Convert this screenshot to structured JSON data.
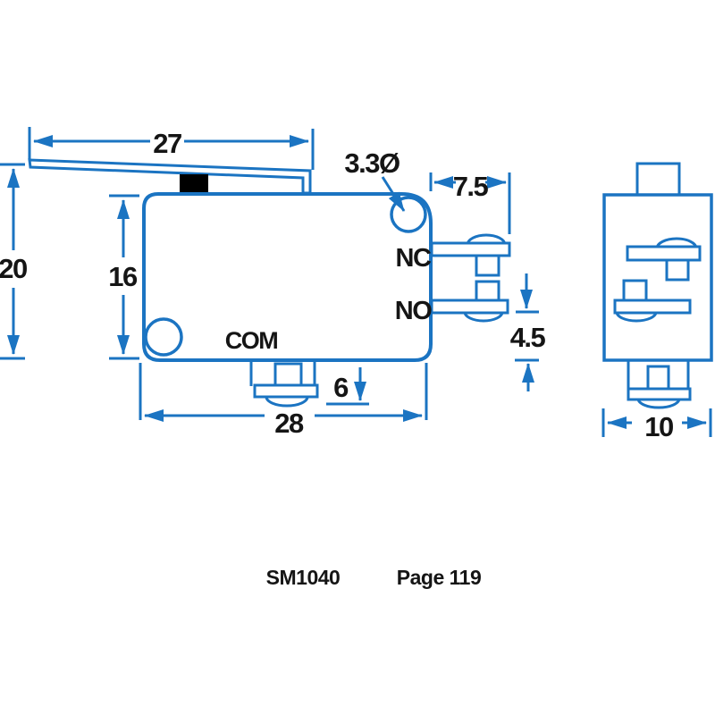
{
  "colors": {
    "line_blue": "#1b74c2",
    "text_black": "#151515",
    "pivot_black": "#000000",
    "background": "#ffffff"
  },
  "front_view": {
    "dim_lever_length": "27",
    "dim_overall_height": "20",
    "dim_body_height": "16",
    "dim_hole_diameter": "3.3Ø",
    "dim_terminal_length": "7.5",
    "dim_terminal_spacing": "4.5",
    "dim_com_terminal_protrusion": "6",
    "dim_body_width": "28",
    "label_nc": "NC",
    "label_no": "NO",
    "label_com": "COM"
  },
  "side_view": {
    "dim_body_depth": "10"
  },
  "footer": {
    "product_code": "SM1040",
    "page_reference": "Page 119"
  }
}
